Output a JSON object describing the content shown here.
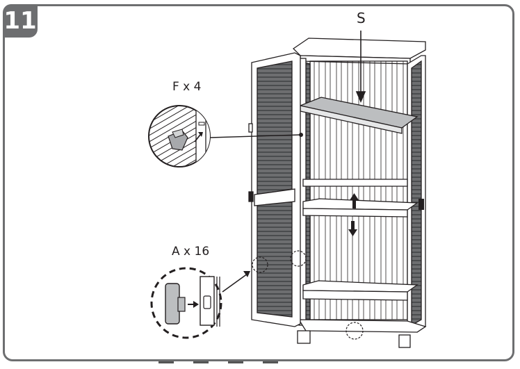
{
  "step": {
    "number": "11"
  },
  "labels": {
    "shelf_part": "S",
    "clip_part": "F x 4",
    "pin_part": "A x 16"
  },
  "colors": {
    "frame": "#6d6e70",
    "line": "#231f20",
    "shelf_fill": "#bcbec0",
    "louver_fill": "#58595b",
    "part_fill": "#a7a9ac"
  }
}
